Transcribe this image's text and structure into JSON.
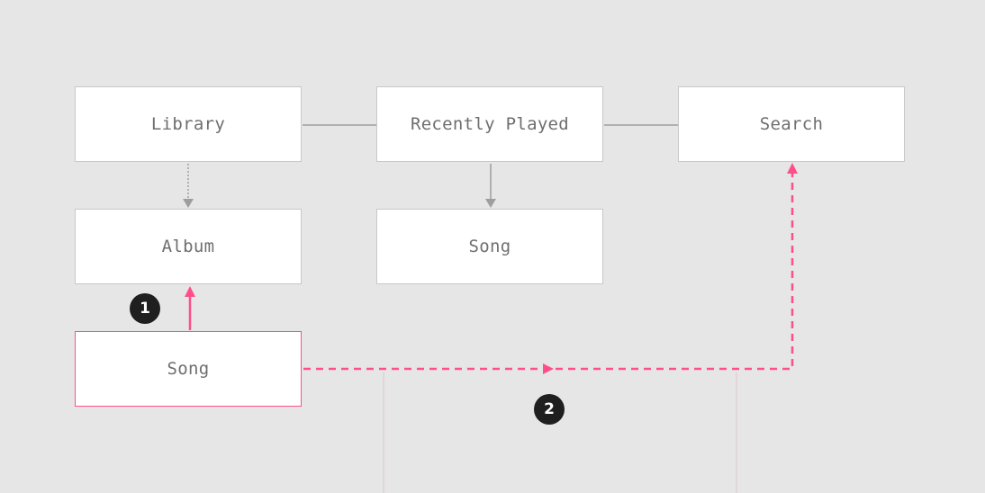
{
  "diagram": {
    "nodes": {
      "library": "Library",
      "recently_played": "Recently Played",
      "search": "Search",
      "album": "Album",
      "song_recent": "Song",
      "song_current": "Song"
    },
    "badges": {
      "up": "1",
      "search": "2"
    }
  },
  "colors": {
    "background": "#e6e6e6",
    "node_fill": "#ffffff",
    "node_border": "#c8c8c8",
    "highlight": "#ff4f8b",
    "connector": "#9e9e9e",
    "badge": "#1f1f1f"
  }
}
